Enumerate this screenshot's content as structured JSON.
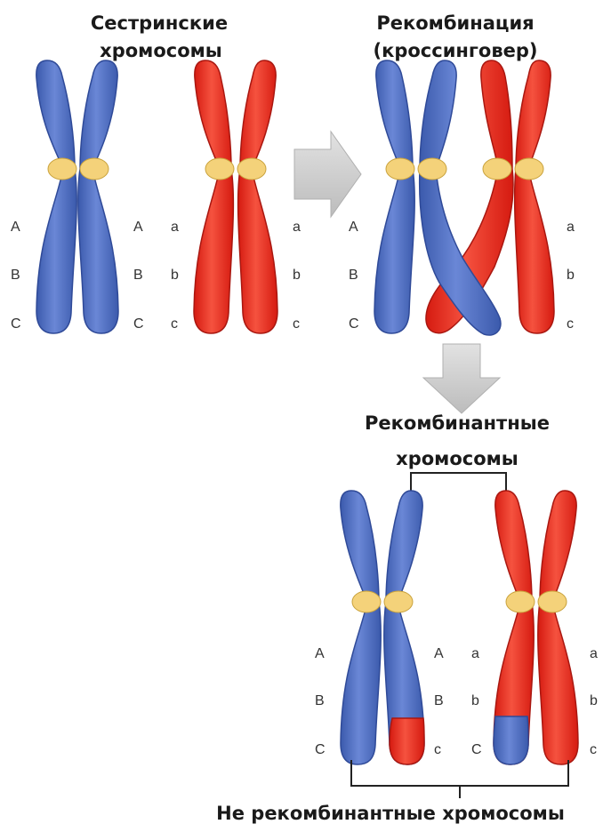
{
  "titles": {
    "sister": [
      "Сестринские",
      "хромосомы"
    ],
    "recomb": [
      "Рекомбинация",
      "(кроссинговер)"
    ],
    "recombinant": [
      "Рекомбинантные",
      "хромосомы"
    ],
    "nonrecombinant": "Не рекомбинантные хромосомы"
  },
  "genes": {
    "upper": [
      "A",
      "B",
      "C"
    ],
    "lower": [
      "a",
      "b",
      "c"
    ],
    "recomb_blue_right": [
      "A",
      "B",
      "c"
    ],
    "recomb_red_left": [
      "a",
      "b",
      "C"
    ]
  },
  "colors": {
    "blue": "#4a6bc4",
    "blue_dark": "#2f4a98",
    "red": "#e8271c",
    "red_dark": "#a91710",
    "centromere": "#f4d27a",
    "arrow": "#cbcbcb"
  }
}
